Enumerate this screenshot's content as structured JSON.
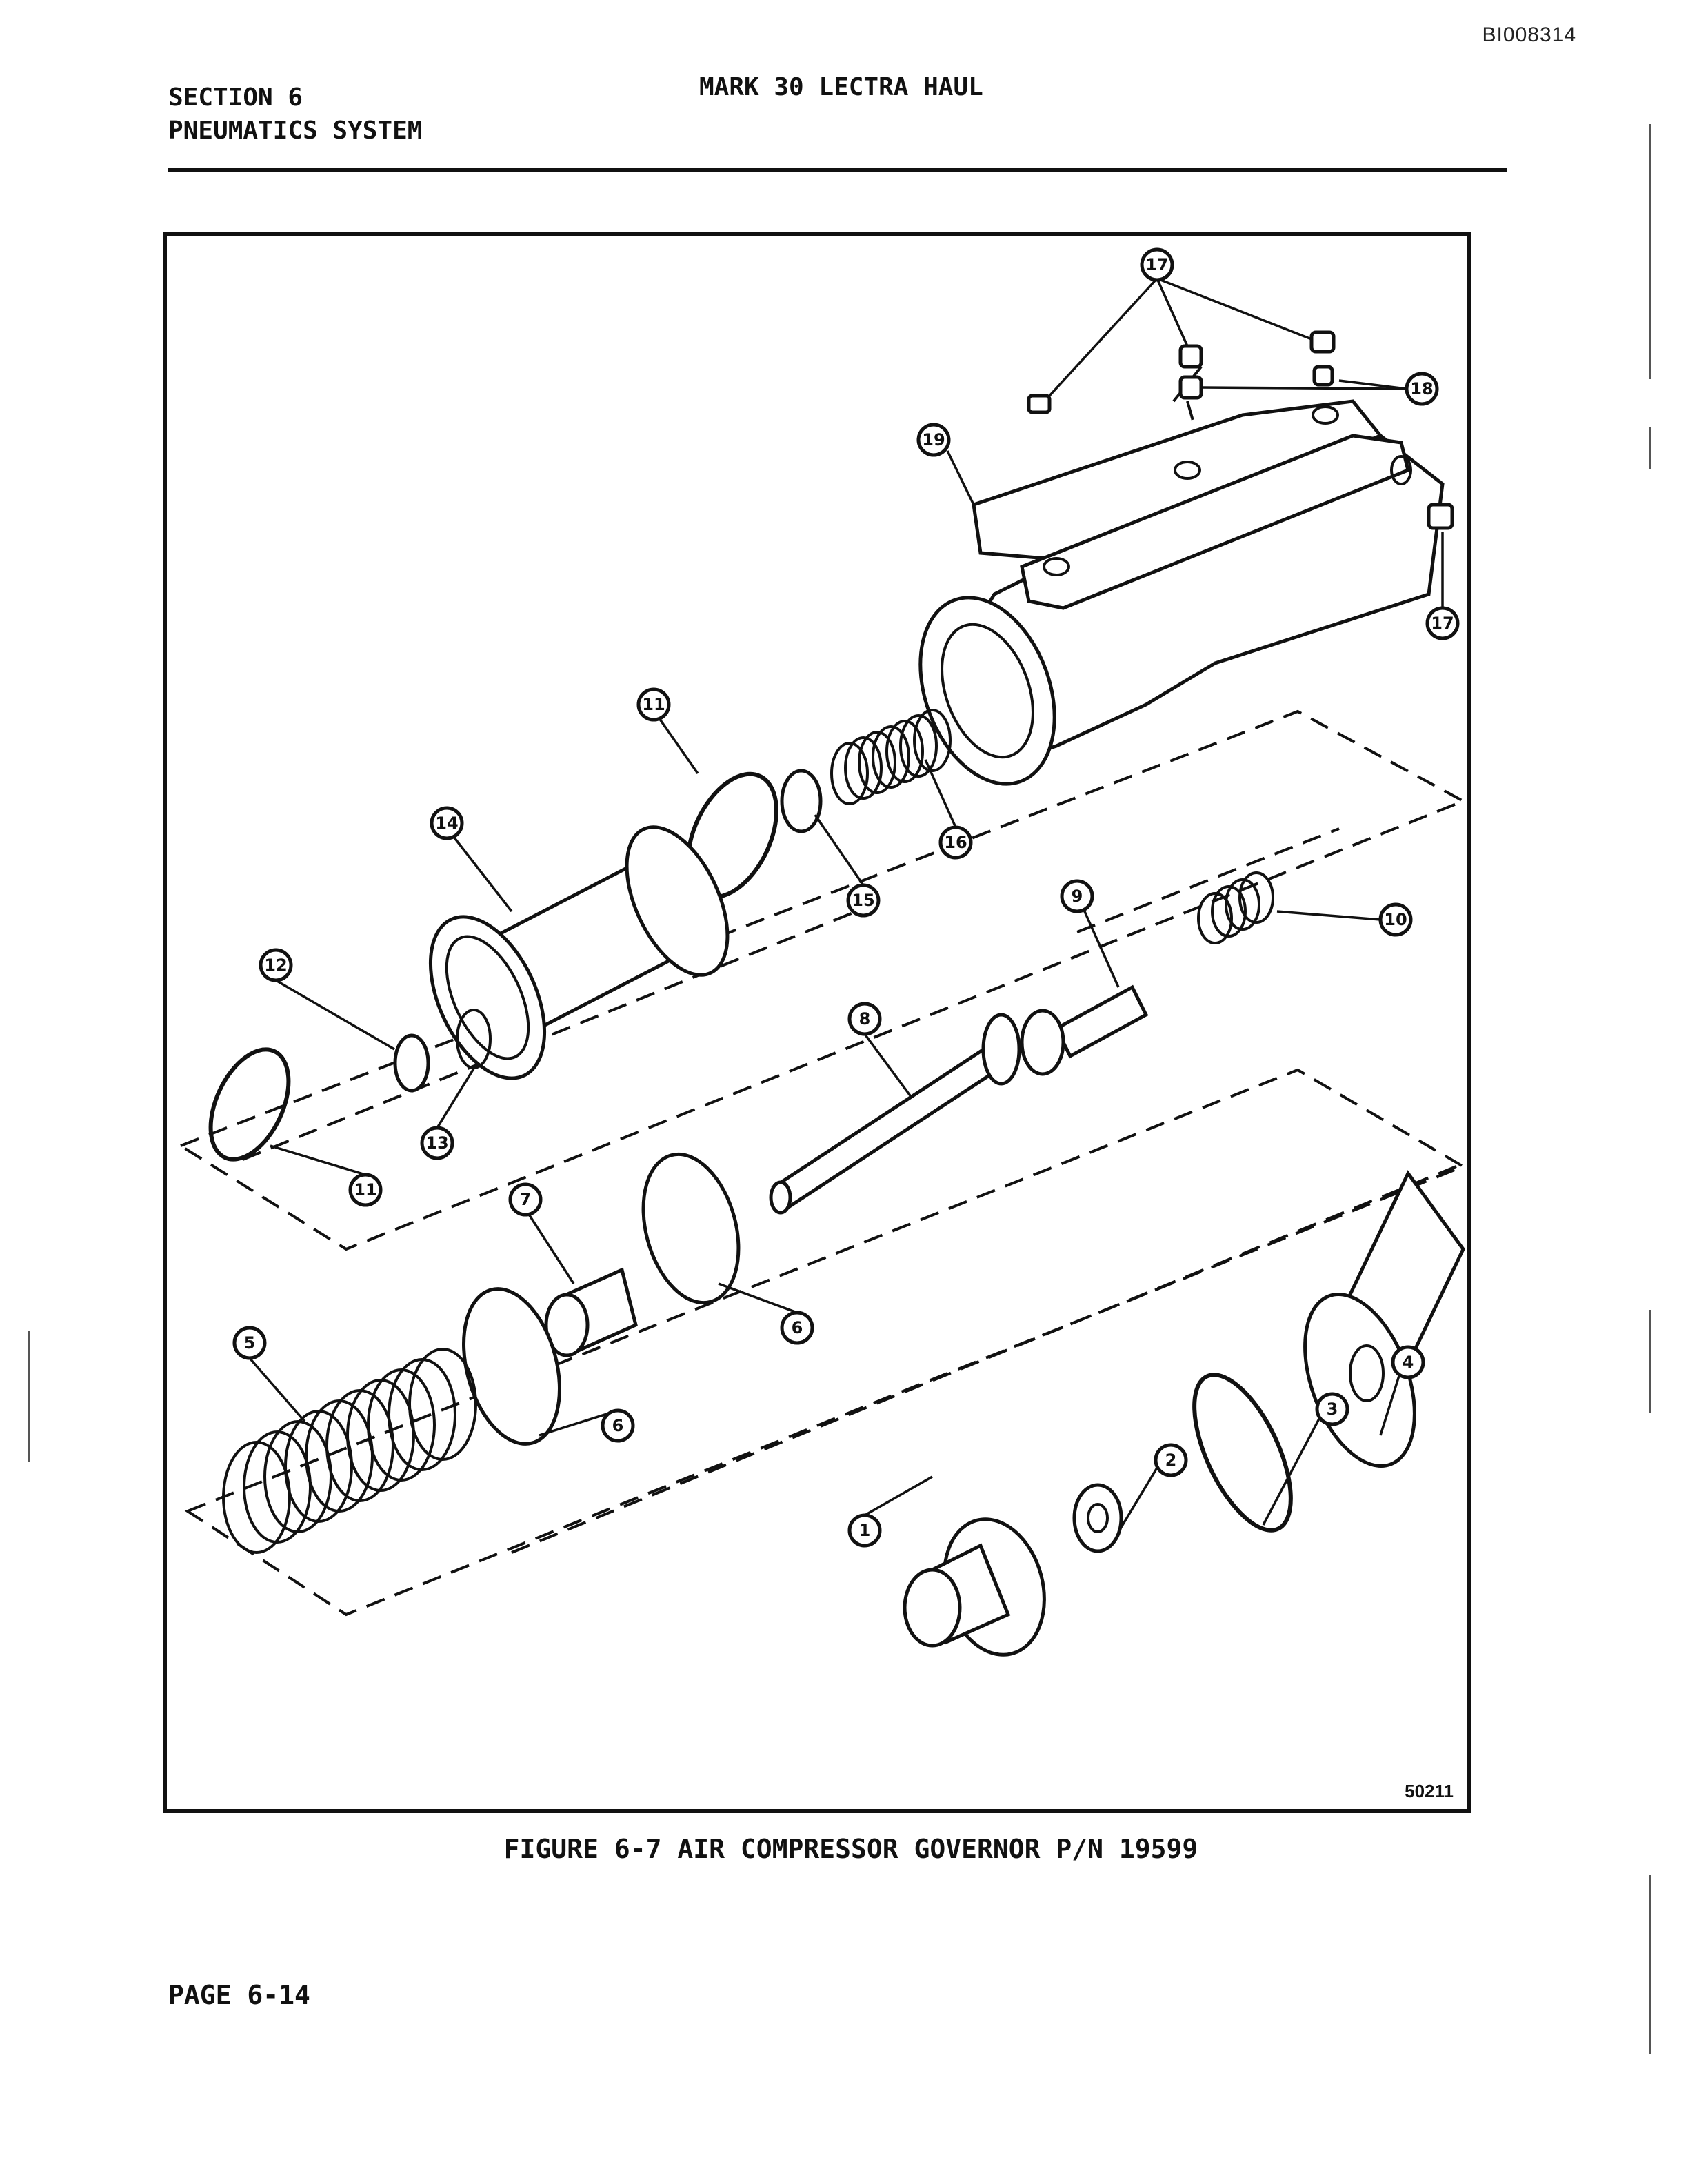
{
  "document_id": "BI008314",
  "header": {
    "section": "SECTION 6",
    "subsection": "PNEUMATICS SYSTEM",
    "manual_title": "MARK 30 LECTRA HAUL"
  },
  "figure": {
    "drawing_number": "50211",
    "caption": "FIGURE 6-7  AIR COMPRESSOR GOVERNOR P/N 19599",
    "callouts": [
      "17",
      "18",
      "19",
      "17",
      "11",
      "16",
      "15",
      "14",
      "10",
      "9",
      "12",
      "8",
      "13",
      "11",
      "7",
      "6",
      "4",
      "5",
      "3",
      "6",
      "2",
      "1"
    ]
  },
  "footer": {
    "page": "PAGE 6-14"
  }
}
